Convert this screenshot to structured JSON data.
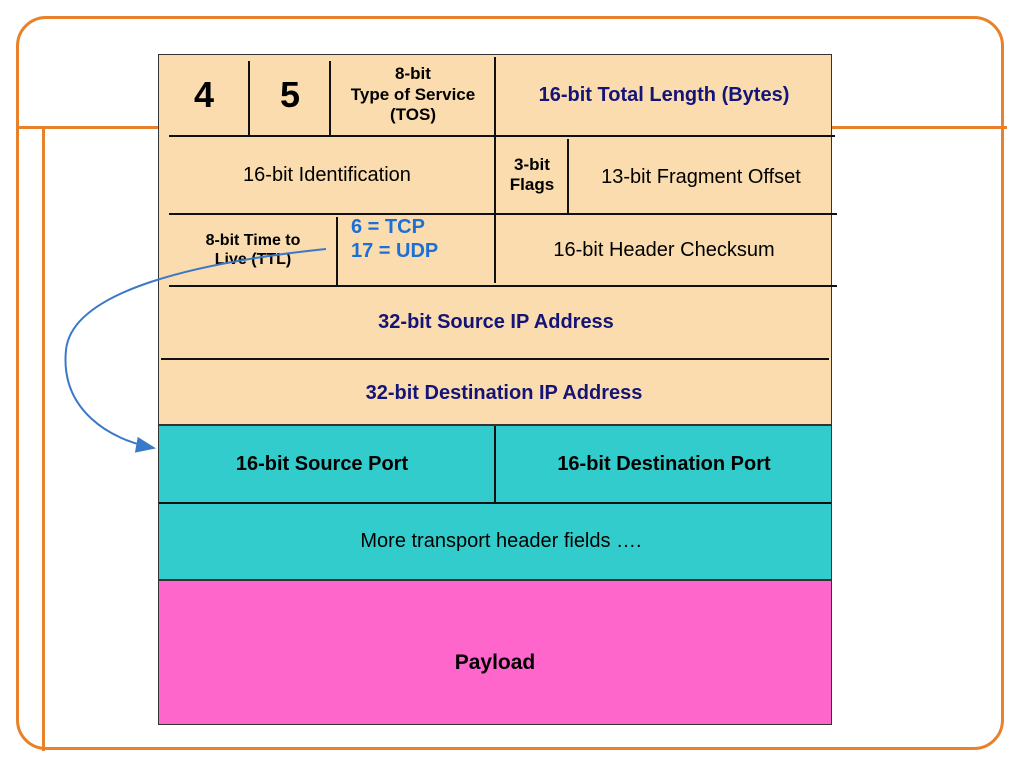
{
  "ip_header": {
    "version": "4",
    "ihl": "5",
    "tos": [
      "8-bit",
      "Type of Service",
      "(TOS)"
    ],
    "total_length": "16-bit Total Length (Bytes)",
    "identification": "16-bit Identification",
    "flags": [
      "3-bit",
      "Flags"
    ],
    "fragment_offset": "13-bit Fragment Offset",
    "ttl": [
      "8-bit Time to",
      "Live (TTL)"
    ],
    "protocol": [
      "6 = TCP",
      "17 = UDP"
    ],
    "checksum": "16-bit Header Checksum",
    "source_ip": "32-bit Source IP Address",
    "dest_ip": "32-bit Destination IP Address"
  },
  "transport_header": {
    "source_port": "16-bit Source Port",
    "dest_port": "16-bit Destination Port",
    "more_fields": "More transport header fields …."
  },
  "payload": "Payload",
  "colors": {
    "frame": "#e8822a",
    "ip_header": "#fadcae",
    "transport_header": "#33cccc",
    "payload": "#ff66cc",
    "arrow": "#3a78c8"
  }
}
